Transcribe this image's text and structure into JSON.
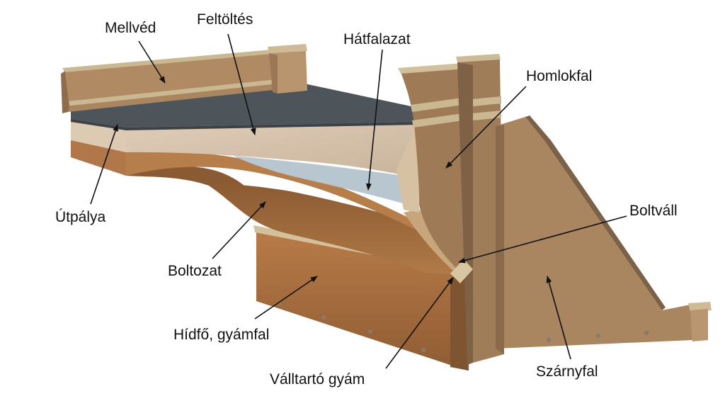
{
  "labels": {
    "mellved": "Mellvéd",
    "feltoltes": "Feltöltés",
    "hatfalazat": "Hátfalazat",
    "homlokfal": "Homlokfal",
    "utpalya": "Útpálya",
    "boltvall": "Boltváll",
    "boltozat": "Boltozat",
    "hidfo": "Hídfő, gyámfal",
    "valltarto": "Válltartó gyám",
    "szarnyfal": "Szárnyfal"
  },
  "colors": {
    "road": "#4d5357",
    "parapet": "#b08a62",
    "coping": "#c7b48e",
    "fill": "#d8c3ac",
    "backing": "#b9c7d0",
    "vault": "#a4703f",
    "abutment": "#b07442",
    "headwall": "#a07b56",
    "wingwall": "#a88460",
    "arrow": "#111111"
  }
}
